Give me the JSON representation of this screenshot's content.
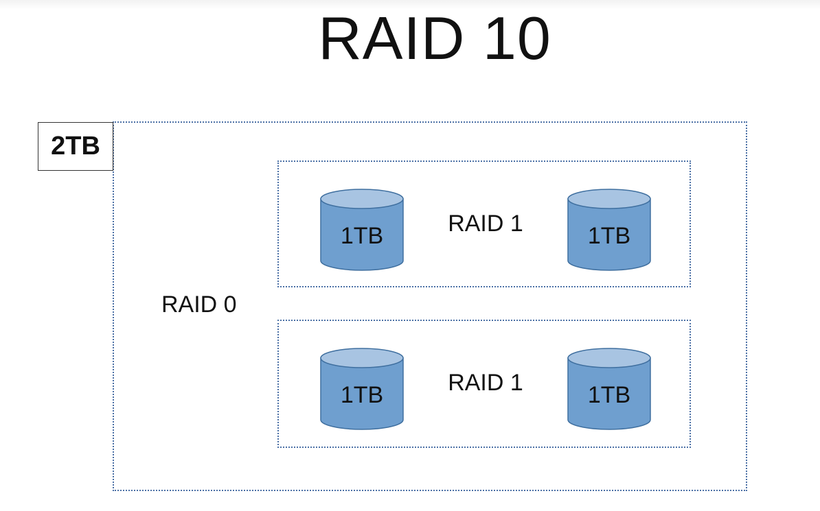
{
  "title": "RAID 10",
  "capacity": "2TB",
  "raid0": {
    "label": "RAID 0"
  },
  "groups": [
    {
      "label": "RAID 1",
      "disks": [
        "1TB",
        "1TB"
      ]
    },
    {
      "label": "RAID 1",
      "disks": [
        "1TB",
        "1TB"
      ]
    }
  ],
  "colors": {
    "disk_body": "#6f9fcf",
    "disk_top": "#a8c4e2",
    "disk_stroke": "#3f6f9f",
    "border": "#4a6fa5"
  }
}
